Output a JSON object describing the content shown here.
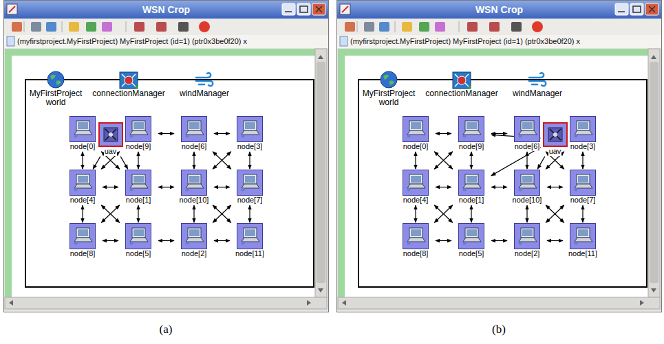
{
  "diagram": {
    "nodes": [
      {
        "text": [
          "WSN Crop",
          "(myfirstproject.MyFirstProject) MyFirstProject (id=1) (ptr0x3be0f20) x"
        ]
      },
      {
        "text": [
          "MyFirstProject world"
        ],
        "in": 0
      },
      {
        "text": [
          "connectionManager"
        ],
        "in": 0
      },
      {
        "text": [
          "windManager"
        ],
        "in": 0
      },
      {
        "text": [
          "node[0]"
        ],
        "in": 0
      },
      {
        "text": [
          "node[9]"
        ],
        "in": 0
      },
      {
        "text": [
          "node[6]"
        ],
        "in": 0
      },
      {
        "text": [
          "node[3]"
        ],
        "in": 0
      },
      {
        "text": [
          "node[4]"
        ],
        "in": 0
      },
      {
        "text": [
          "node[1]"
        ],
        "in": 0
      },
      {
        "text": [
          "node[10]"
        ],
        "in": 0
      },
      {
        "text": [
          "node[7]"
        ],
        "in": 0
      },
      {
        "text": [
          "node[8]"
        ],
        "in": 0
      },
      {
        "text": [
          "node[5]"
        ],
        "in": 0
      },
      {
        "text": [
          "node[2]"
        ],
        "in": 0
      },
      {
        "text": [
          "node[11]"
        ],
        "in": 0
      },
      {
        "text": [
          "uav"
        ],
        "in": 0
      },
      {
        "text": [
          "WSN Crop",
          "(myfirstproject.MyFirstProject) MyFirstProject (id=1) (ptr0x3be0f20) x"
        ]
      },
      {
        "text": [
          "MyFirstProject world"
        ],
        "in": 17
      },
      {
        "text": [
          "connectionManager"
        ],
        "in": 17
      },
      {
        "text": [
          "windManager"
        ],
        "in": 17
      },
      {
        "text": [
          "node[0]"
        ],
        "in": 17
      },
      {
        "text": [
          "node[9]"
        ],
        "in": 17
      },
      {
        "text": [
          "node[6]"
        ],
        "in": 17
      },
      {
        "text": [
          "node[3]"
        ],
        "in": 17
      },
      {
        "text": [
          "node[4]"
        ],
        "in": 17
      },
      {
        "text": [
          "node[1]"
        ],
        "in": 17
      },
      {
        "text": [
          "node[10]"
        ],
        "in": 17
      },
      {
        "text": [
          "node[7]"
        ],
        "in": 17
      },
      {
        "text": [
          "node[8]"
        ],
        "in": 17
      },
      {
        "text": [
          "node[5]"
        ],
        "in": 17
      },
      {
        "text": [
          "node[2]"
        ],
        "in": 17
      },
      {
        "text": [
          "node[11]"
        ],
        "in": 17
      },
      {
        "text": [
          "uav"
        ],
        "in": 17
      }
    ],
    "edges": [
      {
        "from": 4,
        "to": 5,
        "arrow": "both"
      },
      {
        "from": 5,
        "to": 6,
        "arrow": "both"
      },
      {
        "from": 6,
        "to": 7,
        "arrow": "both"
      },
      {
        "from": 8,
        "to": 9,
        "arrow": "both"
      },
      {
        "from": 9,
        "to": 10,
        "arrow": "both"
      },
      {
        "from": 10,
        "to": 11,
        "arrow": "both"
      },
      {
        "from": 12,
        "to": 13,
        "arrow": "both"
      },
      {
        "from": 13,
        "to": 14,
        "arrow": "both"
      },
      {
        "from": 14,
        "to": 15,
        "arrow": "both"
      },
      {
        "from": 4,
        "to": 8,
        "arrow": "both"
      },
      {
        "from": 5,
        "to": 9,
        "arrow": "both"
      },
      {
        "from": 6,
        "to": 10,
        "arrow": "both"
      },
      {
        "from": 7,
        "to": 11,
        "arrow": "both"
      },
      {
        "from": 8,
        "to": 12,
        "arrow": "both"
      },
      {
        "from": 9,
        "to": 13,
        "arrow": "both"
      },
      {
        "from": 10,
        "to": 14,
        "arrow": "both"
      },
      {
        "from": 11,
        "to": 15,
        "arrow": "both"
      },
      {
        "from": 4,
        "to": 9,
        "arrow": "both"
      },
      {
        "from": 5,
        "to": 8,
        "arrow": "both"
      },
      {
        "from": 6,
        "to": 11,
        "arrow": "both"
      },
      {
        "from": 7,
        "to": 10,
        "arrow": "both"
      },
      {
        "from": 8,
        "to": 13,
        "arrow": "both"
      },
      {
        "from": 9,
        "to": 12,
        "arrow": "both"
      },
      {
        "from": 10,
        "to": 15,
        "arrow": "both"
      },
      {
        "from": 11,
        "to": 14,
        "arrow": "both"
      },
      {
        "from": 16,
        "to": 8,
        "arrow": "to"
      },
      {
        "from": 16,
        "to": 9,
        "arrow": "to"
      },
      {
        "from": 21,
        "to": 22,
        "arrow": "both"
      },
      {
        "from": 22,
        "to": 23,
        "arrow": "both"
      },
      {
        "from": 23,
        "to": 24,
        "arrow": "both"
      },
      {
        "from": 25,
        "to": 26,
        "arrow": "both"
      },
      {
        "from": 26,
        "to": 27,
        "arrow": "both"
      },
      {
        "from": 27,
        "to": 28,
        "arrow": "both"
      },
      {
        "from": 29,
        "to": 30,
        "arrow": "both"
      },
      {
        "from": 30,
        "to": 31,
        "arrow": "both"
      },
      {
        "from": 31,
        "to": 32,
        "arrow": "both"
      },
      {
        "from": 21,
        "to": 25,
        "arrow": "both"
      },
      {
        "from": 22,
        "to": 26,
        "arrow": "both"
      },
      {
        "from": 23,
        "to": 27,
        "arrow": "both"
      },
      {
        "from": 24,
        "to": 28,
        "arrow": "both"
      },
      {
        "from": 25,
        "to": 29,
        "arrow": "both"
      },
      {
        "from": 26,
        "to": 30,
        "arrow": "both"
      },
      {
        "from": 27,
        "to": 31,
        "arrow": "both"
      },
      {
        "from": 28,
        "to": 32,
        "arrow": "both"
      },
      {
        "from": 21,
        "to": 26,
        "arrow": "both"
      },
      {
        "from": 22,
        "to": 25,
        "arrow": "both"
      },
      {
        "from": 23,
        "to": 28,
        "arrow": "both"
      },
      {
        "from": 24,
        "to": 27,
        "arrow": "both"
      },
      {
        "from": 25,
        "to": 30,
        "arrow": "both"
      },
      {
        "from": 26,
        "to": 29,
        "arrow": "both"
      },
      {
        "from": 27,
        "to": 32,
        "arrow": "both"
      },
      {
        "from": 28,
        "to": 31,
        "arrow": "both"
      },
      {
        "from": 33,
        "to": 22,
        "arrow": "to"
      },
      {
        "from": 33,
        "to": 27,
        "arrow": "to"
      },
      {
        "from": 33,
        "to": 26,
        "arrow": "to"
      }
    ],
    "labels": [
      "(a)",
      "(b)"
    ]
  }
}
